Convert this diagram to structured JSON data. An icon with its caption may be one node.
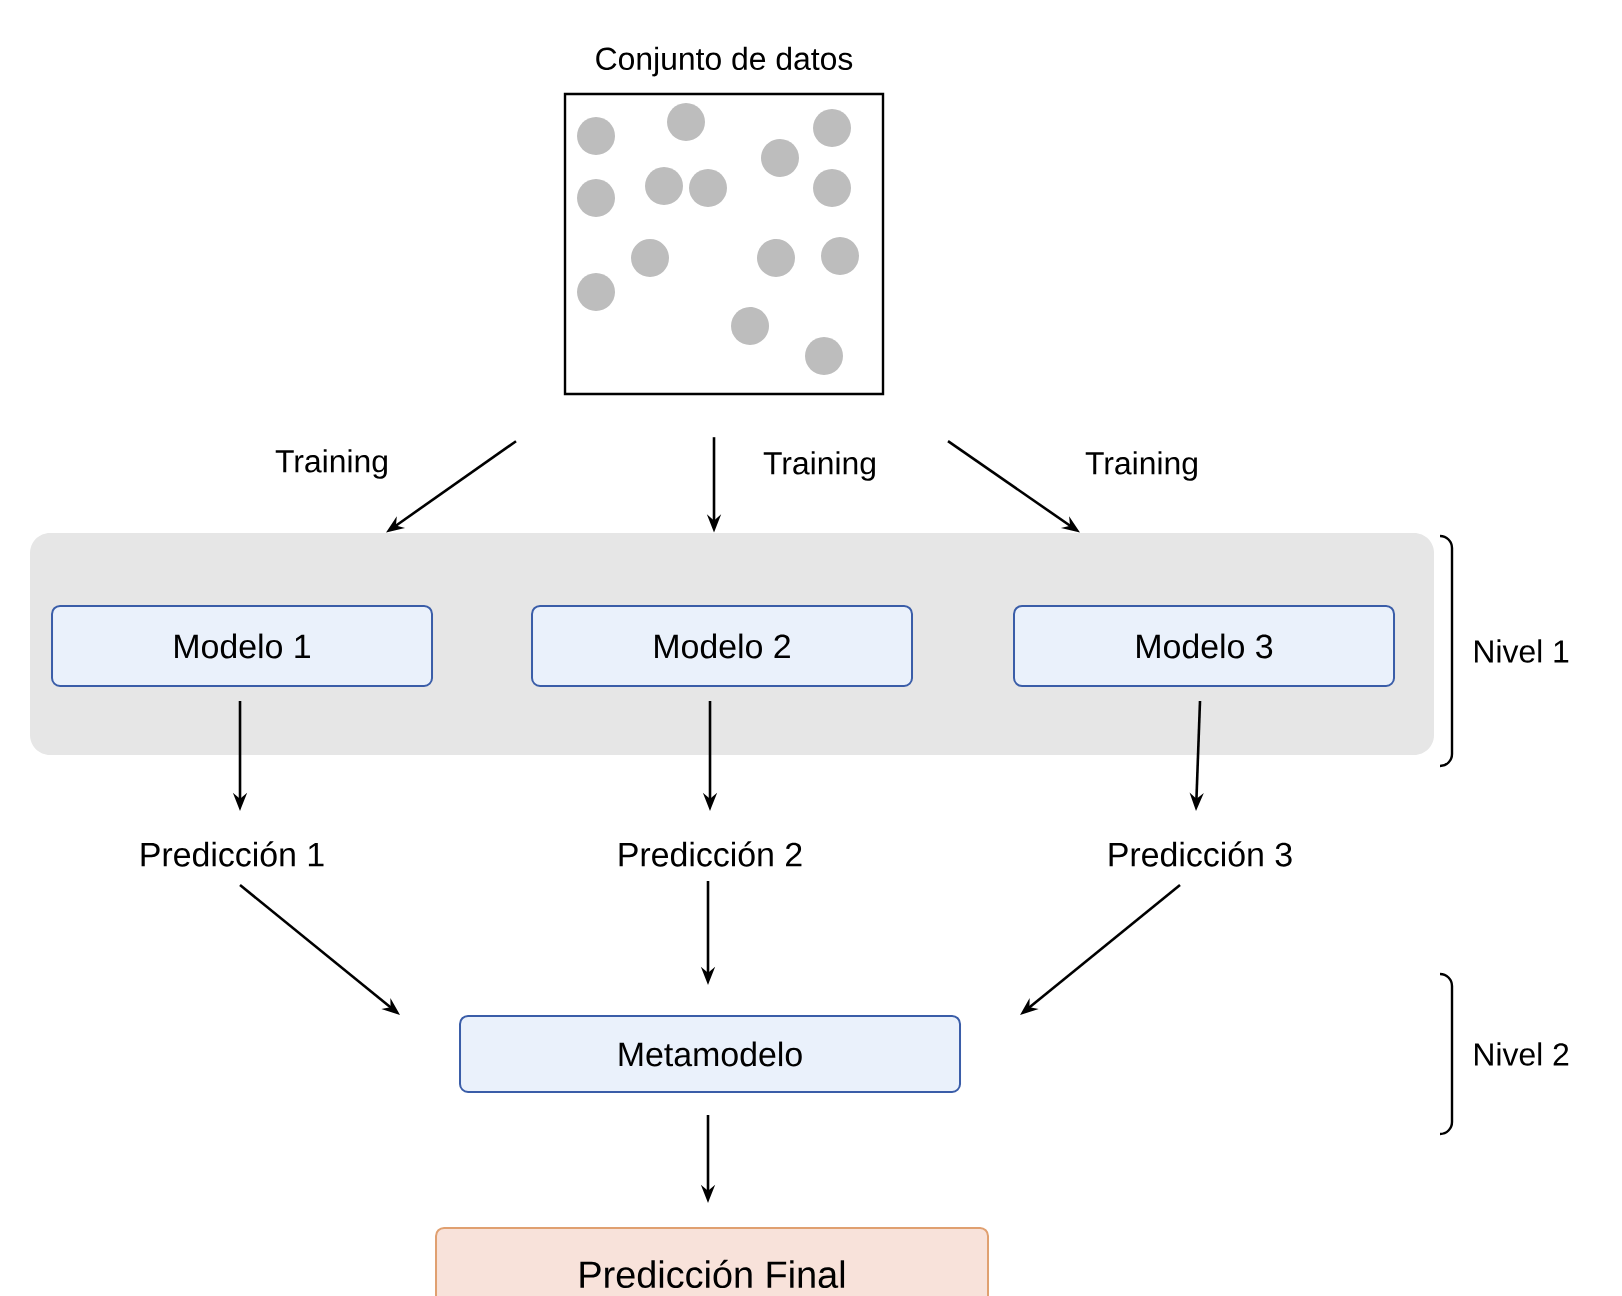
{
  "diagram": {
    "nodes": [
      {
        "text": [
          "Conjunto de datos"
        ]
      },
      {
        "text": [],
        "shape": "box"
      },
      {
        "text": [
          "Modelo 1"
        ],
        "in": 1
      },
      {
        "text": [
          "Modelo 2"
        ],
        "in": 1
      },
      {
        "text": [
          "Modelo 3"
        ],
        "in": 1
      },
      {
        "text": [
          "Predicción 1"
        ]
      },
      {
        "text": [
          "Predicción 2"
        ]
      },
      {
        "text": [
          "Predicción 3"
        ]
      },
      {
        "text": [
          "Metamodelo"
        ]
      },
      {
        "text": [
          "Predicción Final"
        ]
      }
    ],
    "edges": [
      {
        "from": 0,
        "to": 1,
        "arrow": "to",
        "label": "Training"
      },
      {
        "from": 0,
        "to": 1,
        "arrow": "to",
        "label": "Training"
      },
      {
        "from": 0,
        "to": 1,
        "arrow": "to",
        "label": "Training"
      },
      {
        "from": 2,
        "to": 5,
        "arrow": "to"
      },
      {
        "from": 3,
        "to": 6,
        "arrow": "to"
      },
      {
        "from": 4,
        "to": 7,
        "arrow": "to"
      },
      {
        "from": 5,
        "to": 8,
        "arrow": "to"
      },
      {
        "from": 6,
        "to": 8,
        "arrow": "to"
      },
      {
        "from": 7,
        "to": 8,
        "arrow": "to"
      },
      {
        "from": 8,
        "to": 9,
        "arrow": "to"
      }
    ],
    "labels": [
      "Nivel 1",
      "Nivel 2"
    ]
  }
}
